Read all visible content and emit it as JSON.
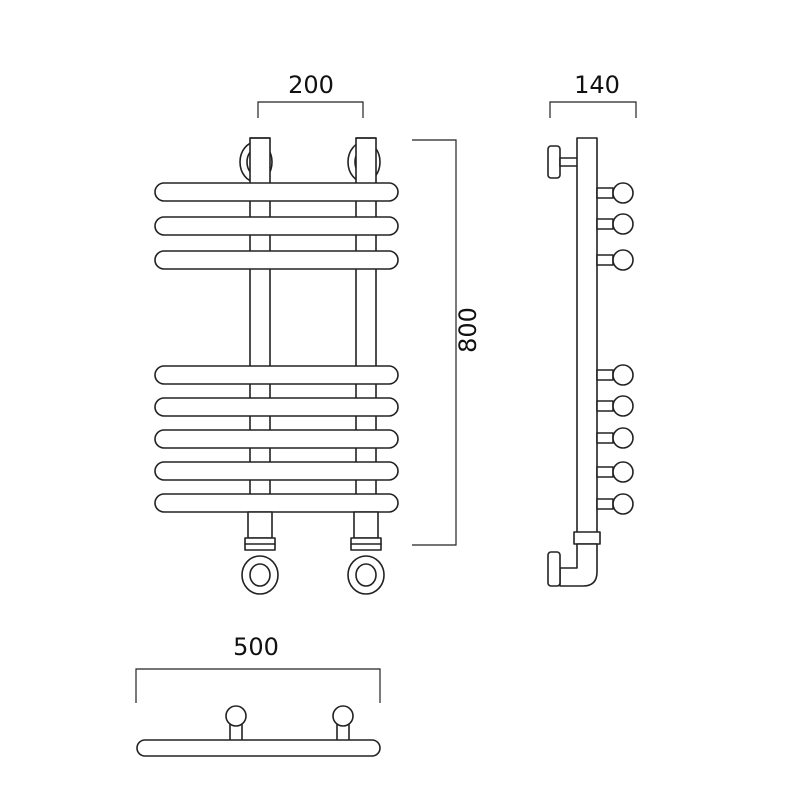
{
  "dimensions": {
    "spacing": "200",
    "depth": "140",
    "height": "800",
    "width": "500"
  }
}
